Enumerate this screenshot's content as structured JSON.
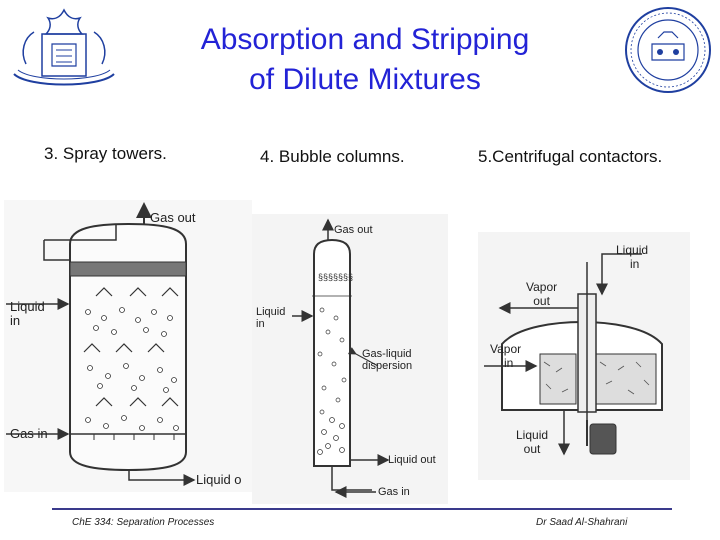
{
  "slide": {
    "title_line1": "Absorption and Stripping",
    "title_line2": "of Dilute Mixtures",
    "accent_color": "#2323d6"
  },
  "columns": [
    {
      "label": "3.  Spray towers."
    },
    {
      "label": "4. Bubble columns."
    },
    {
      "label": "5.Centrifugal contactors."
    }
  ],
  "spray_tower": {
    "gas_out": "Gas out",
    "liquid_in_1": "Liquid",
    "liquid_in_2": "in",
    "gas_in": "Gas in",
    "liquid_out": "Liquid o"
  },
  "bubble_column": {
    "gas_out": "Gas out",
    "liquid_in_1": "Liquid",
    "liquid_in_2": "in",
    "dispersion_1": "Gas-liquid",
    "dispersion_2": "dispersion",
    "liquid_out": "Liquid out",
    "gas_in": "Gas in"
  },
  "centrifugal": {
    "liquid_in_1": "Liquid",
    "liquid_in_2": "in",
    "vapor_out_1": "Vapor",
    "vapor_out_2": "out",
    "vapor_in_1": "Vapor",
    "vapor_in_2": "in",
    "liquid_out_1": "Liquid",
    "liquid_out_2": "out"
  },
  "footer": {
    "left": "ChE 334: Separation Processes",
    "right": "Dr Saad Al-Shahrani"
  },
  "logos": {
    "left": "university-emblem-icon",
    "right": "department-seal-icon"
  }
}
